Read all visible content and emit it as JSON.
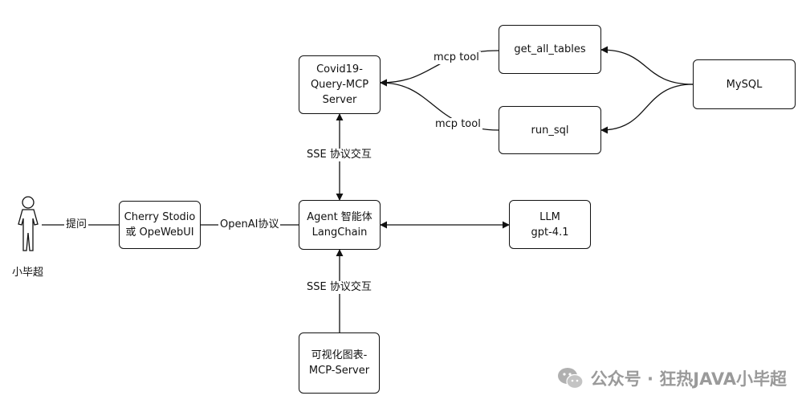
{
  "actor": {
    "label": "小毕超"
  },
  "nodes": {
    "client": [
      "Cherry Stodio",
      "或 OpeWebUI"
    ],
    "agent": [
      "Agent 智能体",
      "LangChain"
    ],
    "covid_server": [
      "Covid19-",
      "Query-MCP",
      "Server"
    ],
    "chart_server": [
      "可视化图表-",
      "MCP-Server"
    ],
    "llm": [
      "LLM",
      "gpt-4.1"
    ],
    "get_all_tables": [
      "get_all_tables"
    ],
    "run_sql": [
      "run_sql"
    ],
    "mysql": [
      "MySQL"
    ]
  },
  "edges": {
    "ask": "提问",
    "openai": "OpenAI协议",
    "sse_top": "SSE 协议交互",
    "sse_bottom": "SSE 协议交互",
    "mcp_tool_1": "mcp tool",
    "mcp_tool_2": "mcp tool"
  },
  "watermark": {
    "text": "公众号 · 狂热JAVA小毕超"
  }
}
